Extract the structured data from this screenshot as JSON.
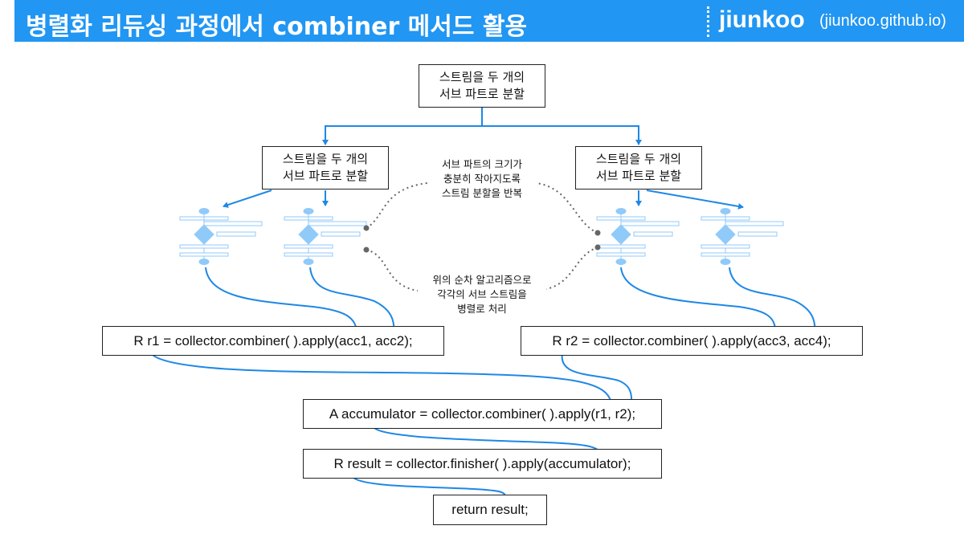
{
  "header": {
    "title": "병렬화 리듀싱 과정에서 combiner 메서드 활용",
    "brand": "jiunkoo",
    "brand_url": "(jiunkoo.github.io)"
  },
  "colors": {
    "banner": "#2196f3",
    "arrow": "#1e88e5",
    "flow_shape": "#90caf9",
    "dotted": "#666666"
  },
  "diagram": {
    "split_top": "스트림을 두 개의\n서브 파트로 분할",
    "split_left": "스트림을 두 개의\n서브 파트로 분할",
    "split_right": "스트림을 두 개의\n서브 파트로 분할",
    "note_top": "서브 파트의 크기가\n충분히 작아지도록\n스트림 분할을 반복",
    "note_bottom": "위의 순차 알고리즘으로\n각각의 서브 스트림을\n병렬로 처리",
    "combine_left": "R r1 = collector.combiner( ).apply(acc1, acc2);",
    "combine_right": "R r2 = collector.combiner( ).apply(acc3, acc4);",
    "combine_final": "A accumulator = collector.combiner( ).apply(r1, r2);",
    "finisher": "R result = collector.finisher( ).apply(accumulator);",
    "return_stmt": "return result;"
  }
}
